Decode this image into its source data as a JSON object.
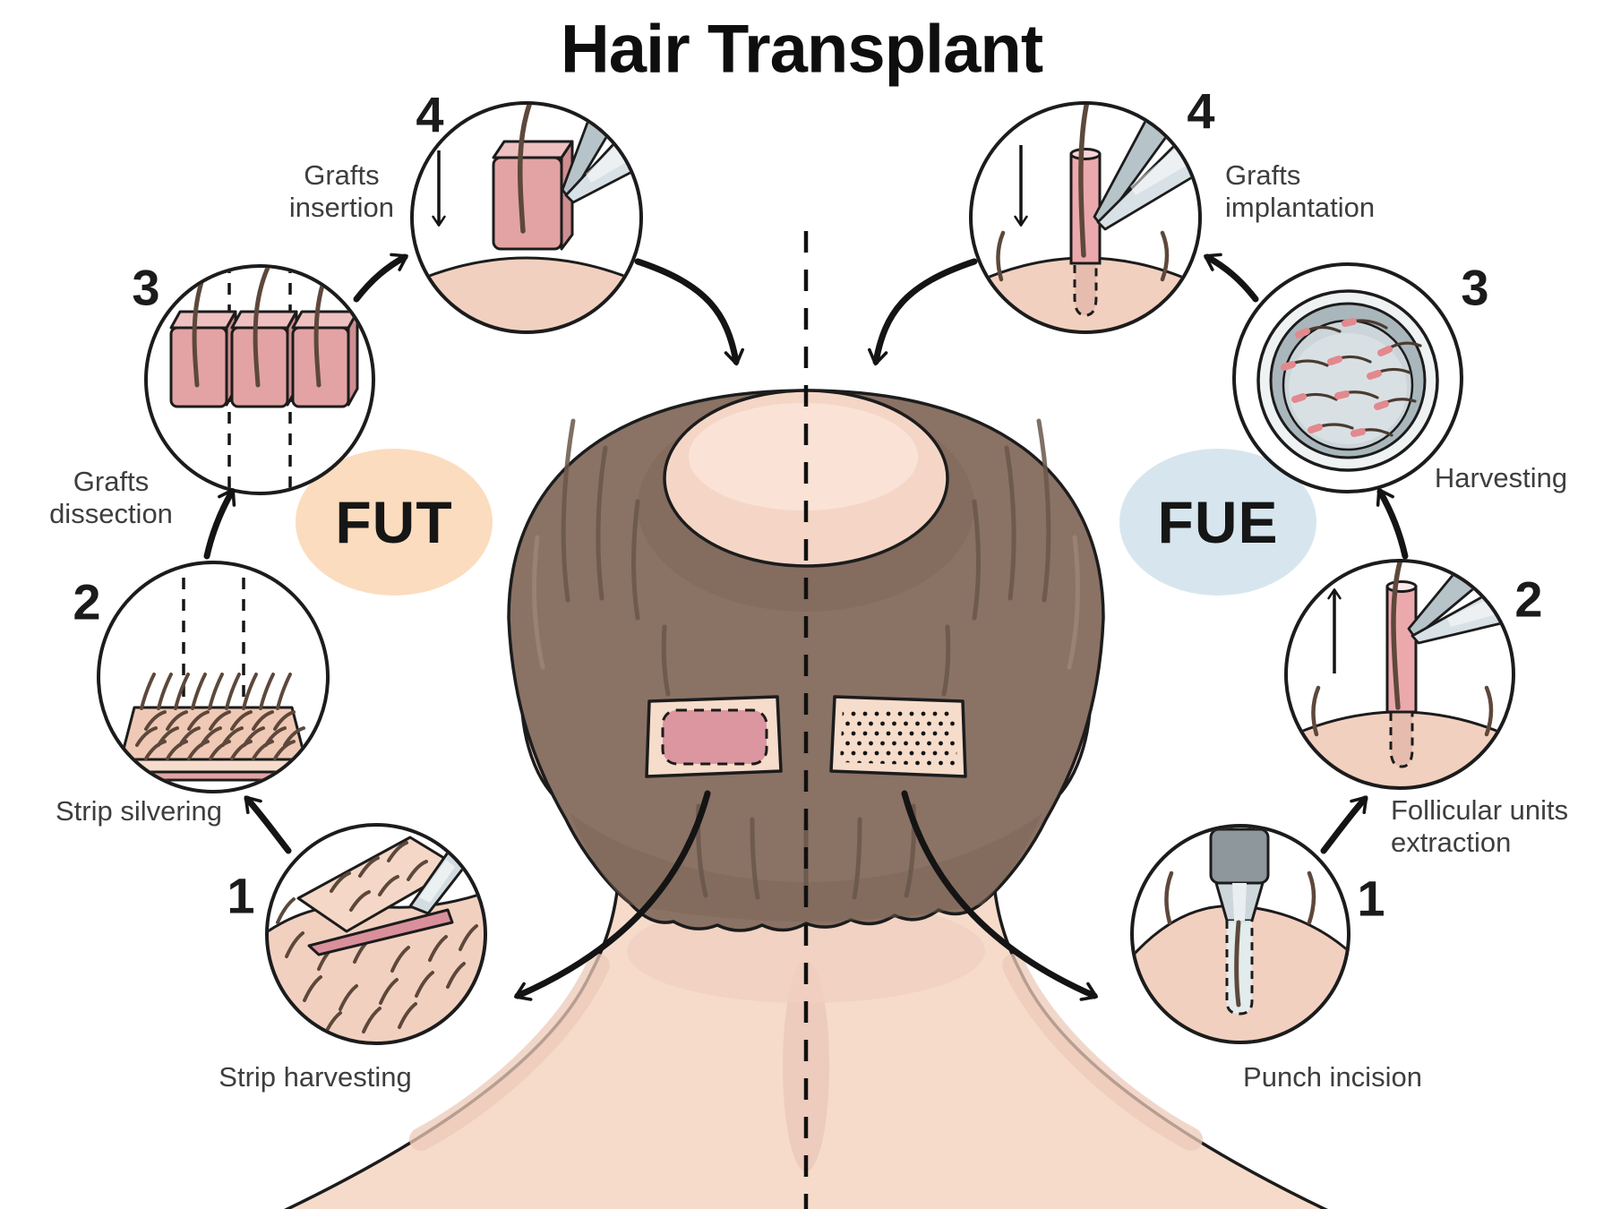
{
  "title": "Hair Transplant",
  "fut": {
    "label": "FUT",
    "badge_color": "#fcdcbe",
    "steps": [
      {
        "num": "1",
        "name": "Strip harvesting",
        "lines": [
          "Strip harvesting"
        ]
      },
      {
        "num": "2",
        "name": "Strip silvering",
        "lines": [
          "Strip silvering"
        ]
      },
      {
        "num": "3",
        "name": "Grafts dissection",
        "lines": [
          "Grafts",
          "dissection"
        ]
      },
      {
        "num": "4",
        "name": "Grafts insertion",
        "lines": [
          "Grafts",
          "insertion"
        ]
      }
    ]
  },
  "fue": {
    "label": "FUE",
    "badge_color": "#d7e6ee",
    "steps": [
      {
        "num": "1",
        "name": "Punch incision",
        "lines": [
          "Punch incision"
        ]
      },
      {
        "num": "2",
        "name": "Follicular units extraction",
        "lines": [
          "Follicular units",
          "extraction"
        ]
      },
      {
        "num": "3",
        "name": "Harvesting",
        "lines": [
          "Harvesting"
        ]
      },
      {
        "num": "4",
        "name": "Grafts implantation",
        "lines": [
          "Grafts",
          "implantation"
        ]
      }
    ]
  },
  "colors": {
    "outline": "#1c1c1c",
    "skin": "#f6dbcb",
    "skin_shadow": "#ecc9b8",
    "scalp": "#f5d6c6",
    "scalp_highlight": "#fae3d6",
    "hair": "#8a7265",
    "hair_shadow": "#74604f",
    "hair_strand": "#5d483b",
    "graft_pink": "#e3a3a4",
    "graft_pink_light": "#efc0c0",
    "wound_pink": "#db96a0",
    "steel": "#ccd6da",
    "steel_dark": "#8d979c",
    "dish_gray": "#a9b6bb",
    "fut_badge": "#fcdcbe",
    "fue_badge": "#d7e6ee"
  }
}
